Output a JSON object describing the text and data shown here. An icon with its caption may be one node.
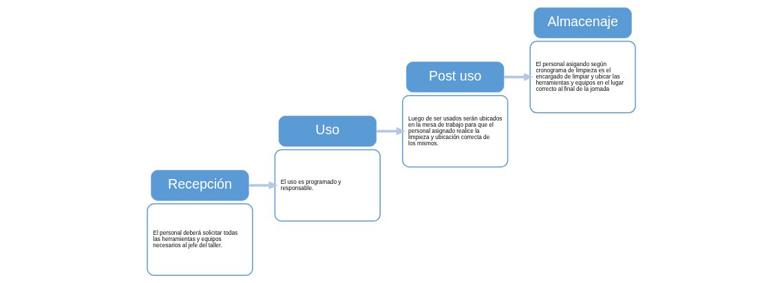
{
  "diagram": {
    "nodes": [
      {
        "text": [
          "El personal deberá solicitar todas las herramientas y equipos necesarios al jefe del taller."
        ]
      },
      {
        "text": [
          "Recepción"
        ]
      },
      {
        "text": [
          "Uso"
        ]
      },
      {
        "text": [
          "El uso es programado y responsable."
        ]
      },
      {
        "text": [
          "Luego de ser usados serán ubicados en la mesa de trabajo para que el personal asignado realice la limpieza y ubicación correcta de los mismos."
        ]
      },
      {
        "text": [
          "Post uso"
        ]
      },
      {
        "text": [
          "Almacenaje"
        ]
      },
      {
        "text": [
          "El personal asigando según cronograma de limpieza es el encargado de limpiar y ubicar las herramientas y equipos en el lugar correcto al final de la jornada"
        ]
      }
    ],
    "edges": [
      {
        "from": 1,
        "to": 3,
        "arrow": "to"
      },
      {
        "from": 2,
        "to": 4,
        "arrow": "to"
      },
      {
        "from": 5,
        "to": 7,
        "arrow": "to"
      }
    ]
  }
}
